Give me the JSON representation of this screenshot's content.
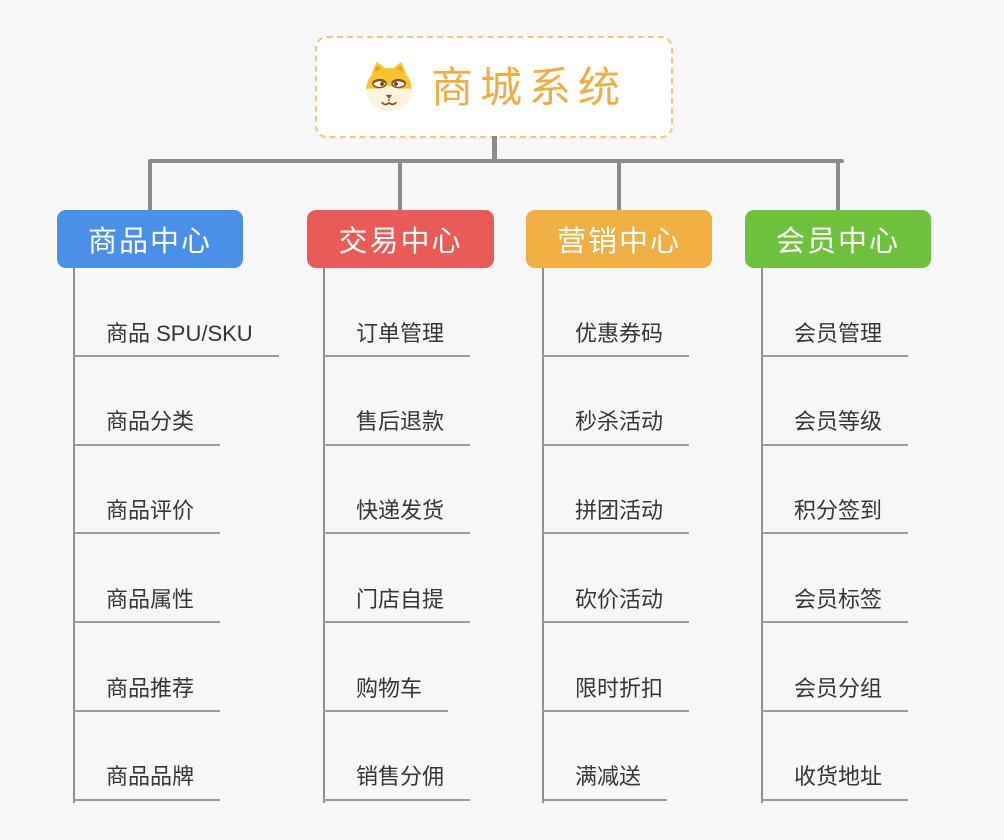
{
  "root": {
    "title": "商城系统",
    "icon": "shiba-dog-icon",
    "border_color": "#F4C77E",
    "title_color": "#EFAD42"
  },
  "connector_color": "#8C8C8C",
  "background_color": "#F7F7F7",
  "branches": [
    {
      "label": "商品中心",
      "color": "#4B90E8",
      "items": [
        "商品 SPU/SKU",
        "商品分类",
        "商品评价",
        "商品属性",
        "商品推荐",
        "商品品牌"
      ]
    },
    {
      "label": "交易中心",
      "color": "#E85B57",
      "items": [
        "订单管理",
        "售后退款",
        "快递发货",
        "门店自提",
        "购物车",
        "销售分佣"
      ]
    },
    {
      "label": "营销中心",
      "color": "#EFAF42",
      "items": [
        "优惠券码",
        "秒杀活动",
        "拼团活动",
        "砍价活动",
        "限时折扣",
        "满减送"
      ]
    },
    {
      "label": "会员中心",
      "color": "#6DC13D",
      "items": [
        "会员管理",
        "会员等级",
        "积分签到",
        "会员标签",
        "会员分组",
        "收货地址"
      ]
    }
  ]
}
